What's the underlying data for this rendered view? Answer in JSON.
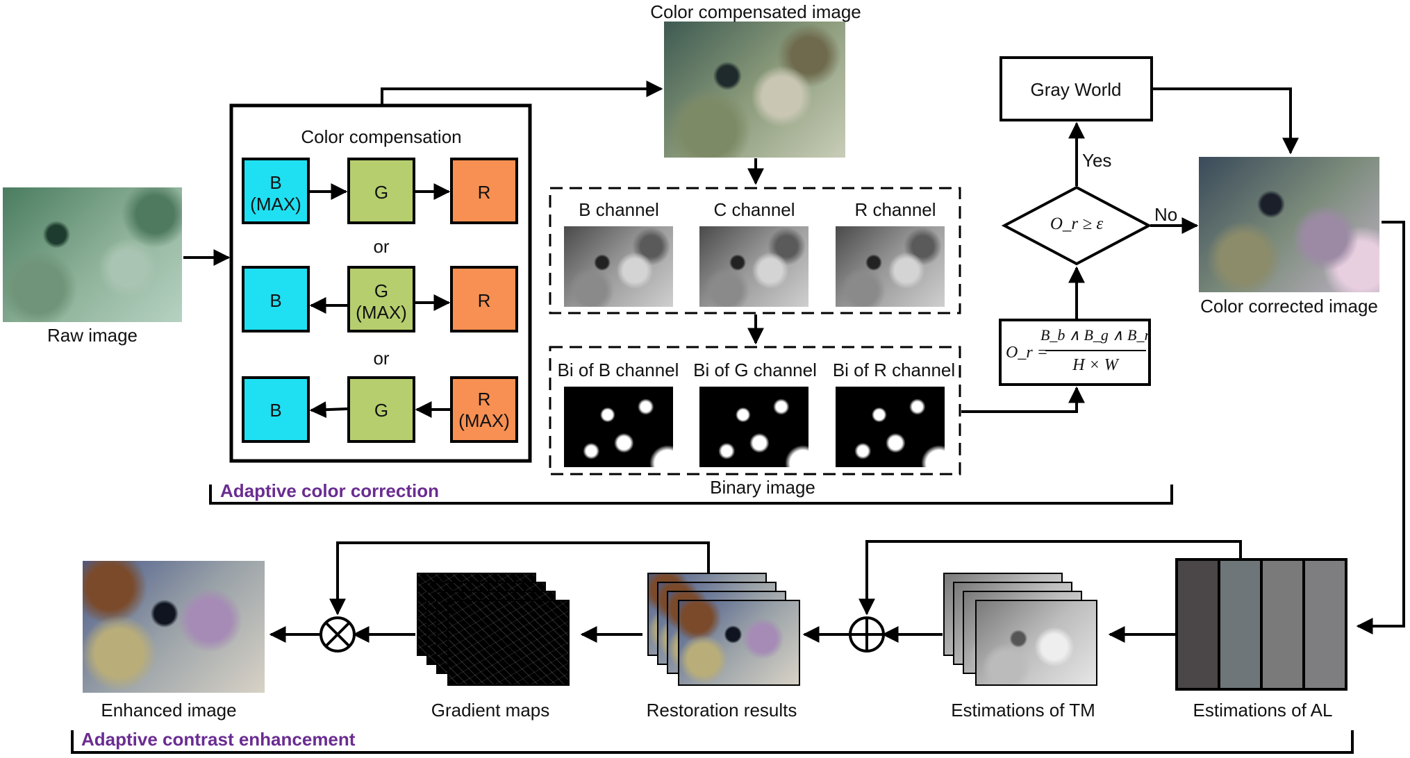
{
  "color_compensation": {
    "title": "Color compensation",
    "row1": {
      "b": "B\n(MAX)",
      "g": "G",
      "r": "R"
    },
    "or1": "or",
    "row2": {
      "b": "B",
      "g": "G\n(MAX)",
      "r": "R"
    },
    "or2": "or",
    "row3": {
      "b": "B",
      "g": "G",
      "r": "R\n(MAX)"
    }
  },
  "labels": {
    "raw_image": "Raw image",
    "color_compensated_image": "Color compensated image",
    "b_channel": "B channel",
    "c_channel": "C channel",
    "r_channel": "R channel",
    "bi_b": "Bi of B channel",
    "bi_g": "Bi of G channel",
    "bi_r": "Bi of R channel",
    "binary_image": "Binary image",
    "gray_world": "Gray World",
    "yes": "Yes",
    "no": "No",
    "color_corrected_image": "Color corrected image",
    "adaptive_color_correction": "Adaptive color correction",
    "enhanced_image": "Enhanced image",
    "gradient_maps": "Gradient maps",
    "restoration_results": "Restoration results",
    "estimations_tm": "Estimations of TM",
    "estimations_al": "Estimations of AL",
    "adaptive_contrast_enhancement": "Adaptive contrast enhancement"
  },
  "formulas": {
    "decision": "O_r ≥ ε",
    "ratio_lhs": "O_r =",
    "ratio_num": "B_b ∧ B_g ∧ B_r",
    "ratio_den": "H × W"
  },
  "colors": {
    "blue_box": "#1fe0f2",
    "green_box": "#b6ce6e",
    "orange_box": "#f79052",
    "label_purple": "#6a2c91",
    "al_bars": [
      "#4b4648",
      "#6e767a",
      "#7a7a7a",
      "#7e7e80"
    ]
  }
}
